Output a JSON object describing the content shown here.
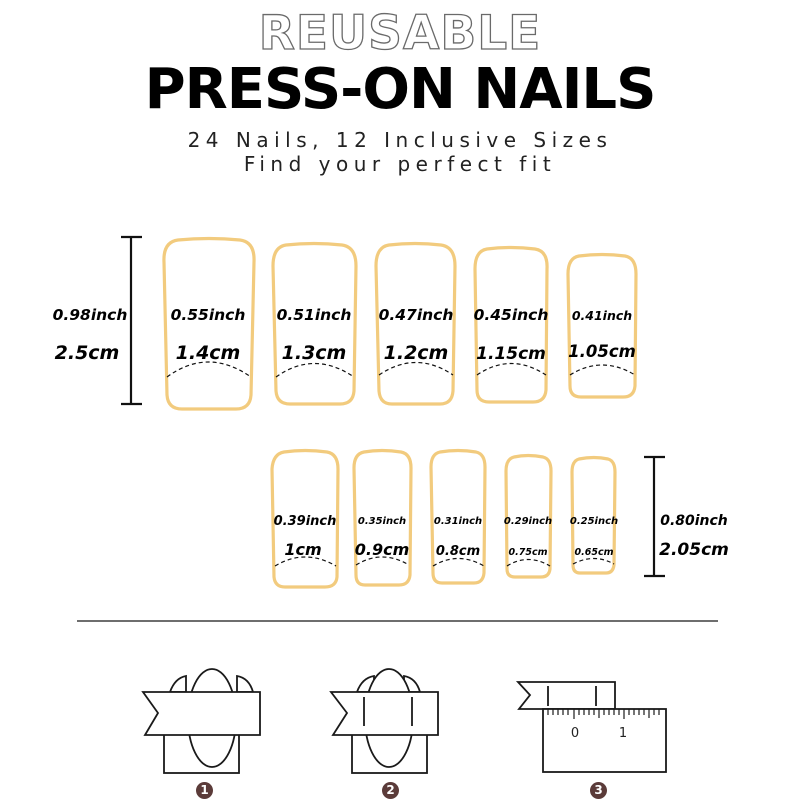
{
  "header": {
    "title_outline": "REUSABLE",
    "title_main": "PRESS-ON NAILS",
    "subtitle_line1": "24 Nails, 12 Inclusive Sizes",
    "subtitle_line2": "Find your perfect fit"
  },
  "colors": {
    "nail_outline": "#f2cb7e",
    "text": "#000000",
    "step_badge": "#5b3b39",
    "divider": "#6e6e6e"
  },
  "row1": {
    "length_inch": "0.98inch",
    "length_cm": "2.5cm",
    "nails": [
      {
        "inch": "0.55inch",
        "cm": "1.4cm"
      },
      {
        "inch": "0.51inch",
        "cm": "1.3cm"
      },
      {
        "inch": "0.47inch",
        "cm": "1.2cm"
      },
      {
        "inch": "0.45inch",
        "cm": "1.15cm"
      },
      {
        "inch": "0.41inch",
        "cm": "1.05cm"
      }
    ]
  },
  "row2": {
    "length_inch": "0.80inch",
    "length_cm": "2.05cm",
    "nails": [
      {
        "inch": "0.39inch",
        "cm": "1cm"
      },
      {
        "inch": "0.35inch",
        "cm": "0.9cm"
      },
      {
        "inch": "0.31inch",
        "cm": "0.8cm"
      },
      {
        "inch": "0.29inch",
        "cm": "0.75cm"
      },
      {
        "inch": "0.25inch",
        "cm": "0.65cm"
      }
    ]
  },
  "steps": [
    {
      "number": "1",
      "icon": "wrap-tape-around-nail"
    },
    {
      "number": "2",
      "icon": "mark-nail-edges-on-tape"
    },
    {
      "number": "3",
      "icon": "measure-tape-with-ruler"
    }
  ],
  "ruler": {
    "label_0": "0",
    "label_1": "1"
  }
}
